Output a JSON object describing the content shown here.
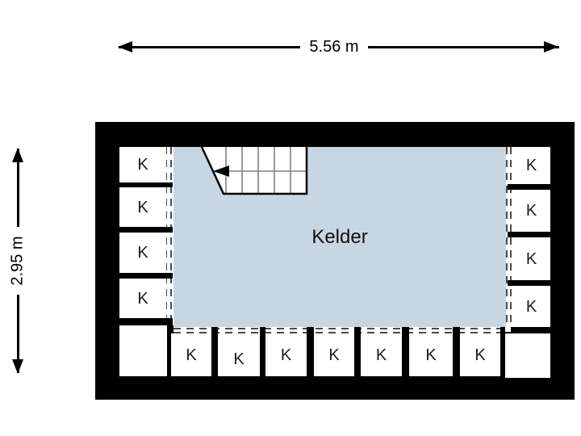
{
  "dimensions": {
    "horizontal": "5.56 m",
    "vertical": "2.95 m"
  },
  "rooms": {
    "main": "Kelder",
    "storage_left": [
      "K",
      "K",
      "K",
      "K"
    ],
    "storage_right": [
      "K",
      "K",
      "K",
      "K"
    ],
    "storage_bottom": [
      "K",
      "K",
      "K",
      "K",
      "K",
      "K",
      "K"
    ]
  },
  "colors": {
    "wall": "#000000",
    "floor": "#c8d6e1",
    "room": "#ffffff",
    "dash": "#4a4a4a",
    "stair_tread": "#3a3a3a",
    "walk_line": "#828282"
  }
}
